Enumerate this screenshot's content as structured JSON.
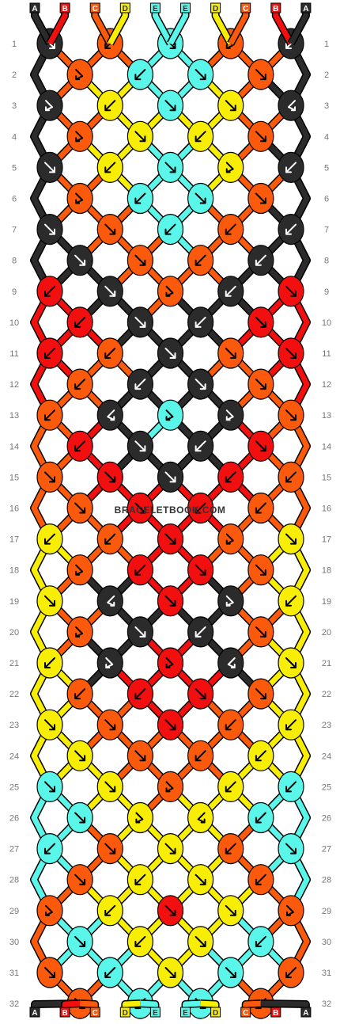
{
  "watermark": "BRACELETBOOK.COM",
  "palette": {
    "A": "#2b2b2b",
    "B": "#f20f0f",
    "C": "#fb5a0c",
    "D": "#f8ee05",
    "E": "#5af6ea"
  },
  "strands_top": [
    "A",
    "B",
    "C",
    "D",
    "E",
    "E",
    "D",
    "C",
    "B",
    "A"
  ],
  "strands_bottom": [
    "A",
    "B",
    "C",
    "D",
    "E",
    "E",
    "D",
    "C",
    "B",
    "A"
  ],
  "row_labels": [
    "1",
    "2",
    "3",
    "4",
    "5",
    "6",
    "7",
    "8",
    "9",
    "10",
    "11",
    "12",
    "13",
    "14",
    "15",
    "16",
    "17",
    "18",
    "19",
    "20",
    "21",
    "22",
    "23",
    "24",
    "25",
    "26",
    "27",
    "28",
    "29",
    "30",
    "31",
    "32"
  ],
  "knots": [
    [
      [
        "A",
        "f"
      ],
      [
        "C",
        "b"
      ],
      [
        "E",
        "r"
      ],
      [
        "C",
        "fb"
      ],
      [
        "A",
        "b"
      ]
    ],
    [
      [
        "C",
        "fb"
      ],
      [
        "E",
        "b"
      ],
      [
        "E",
        "f"
      ],
      [
        "C",
        "f"
      ]
    ],
    [
      [
        "A",
        "fb"
      ],
      [
        "D",
        "b"
      ],
      [
        "E",
        "r"
      ],
      [
        "D",
        "f"
      ],
      [
        "A",
        "bf"
      ]
    ],
    [
      [
        "C",
        "fb"
      ],
      [
        "D",
        "f"
      ],
      [
        "D",
        "b"
      ],
      [
        "C",
        "f"
      ]
    ],
    [
      [
        "A",
        "f"
      ],
      [
        "D",
        "b"
      ],
      [
        "E",
        "r"
      ],
      [
        "D",
        "fb"
      ],
      [
        "A",
        "b"
      ]
    ],
    [
      [
        "C",
        "fb"
      ],
      [
        "E",
        "b"
      ],
      [
        "E",
        "f"
      ],
      [
        "C",
        "f"
      ]
    ],
    [
      [
        "A",
        "f"
      ],
      [
        "C",
        "f"
      ],
      [
        "E",
        "b"
      ],
      [
        "C",
        "b"
      ],
      [
        "A",
        "b"
      ]
    ],
    [
      [
        "A",
        "f"
      ],
      [
        "C",
        "f"
      ],
      [
        "C",
        "b"
      ],
      [
        "A",
        "b"
      ]
    ],
    [
      [
        "B",
        "b"
      ],
      [
        "A",
        "f"
      ],
      [
        "C",
        "fb"
      ],
      [
        "A",
        "b"
      ],
      [
        "B",
        "f"
      ]
    ],
    [
      [
        "B",
        "b"
      ],
      [
        "A",
        "f"
      ],
      [
        "A",
        "b"
      ],
      [
        "B",
        "f"
      ]
    ],
    [
      [
        "B",
        "b"
      ],
      [
        "C",
        "b"
      ],
      [
        "A",
        "r"
      ],
      [
        "C",
        "f"
      ],
      [
        "B",
        "f"
      ]
    ],
    [
      [
        "C",
        "b"
      ],
      [
        "A",
        "b"
      ],
      [
        "A",
        "f"
      ],
      [
        "C",
        "f"
      ]
    ],
    [
      [
        "C",
        "b"
      ],
      [
        "A",
        "bf"
      ],
      [
        "E",
        "fb"
      ],
      [
        "A",
        "fb"
      ],
      [
        "C",
        "f"
      ]
    ],
    [
      [
        "B",
        "b"
      ],
      [
        "A",
        "f"
      ],
      [
        "A",
        "b"
      ],
      [
        "B",
        "f"
      ]
    ],
    [
      [
        "C",
        "f"
      ],
      [
        "B",
        "f"
      ],
      [
        "A",
        "r"
      ],
      [
        "B",
        "b"
      ],
      [
        "C",
        "b"
      ]
    ],
    [
      [
        "C",
        "f"
      ],
      [
        "B",
        "f"
      ],
      [
        "B",
        "b"
      ],
      [
        "C",
        "b"
      ]
    ],
    [
      [
        "D",
        "b"
      ],
      [
        "C",
        "b"
      ],
      [
        "B",
        "r"
      ],
      [
        "C",
        "fb"
      ],
      [
        "D",
        "f"
      ]
    ],
    [
      [
        "C",
        "fb"
      ],
      [
        "B",
        "b"
      ],
      [
        "B",
        "f"
      ],
      [
        "C",
        "f"
      ]
    ],
    [
      [
        "D",
        "f"
      ],
      [
        "A",
        "bf"
      ],
      [
        "B",
        "r"
      ],
      [
        "A",
        "fb"
      ],
      [
        "D",
        "b"
      ]
    ],
    [
      [
        "C",
        "fb"
      ],
      [
        "A",
        "f"
      ],
      [
        "A",
        "b"
      ],
      [
        "C",
        "f"
      ]
    ],
    [
      [
        "D",
        "b"
      ],
      [
        "A",
        "fb"
      ],
      [
        "B",
        "fb"
      ],
      [
        "A",
        "bf"
      ],
      [
        "D",
        "f"
      ]
    ],
    [
      [
        "C",
        "b"
      ],
      [
        "B",
        "b"
      ],
      [
        "B",
        "f"
      ],
      [
        "C",
        "f"
      ]
    ],
    [
      [
        "D",
        "f"
      ],
      [
        "C",
        "f"
      ],
      [
        "B",
        "r"
      ],
      [
        "C",
        "b"
      ],
      [
        "D",
        "b"
      ]
    ],
    [
      [
        "D",
        "f"
      ],
      [
        "C",
        "f"
      ],
      [
        "C",
        "b"
      ],
      [
        "D",
        "b"
      ]
    ],
    [
      [
        "E",
        "f"
      ],
      [
        "D",
        "f"
      ],
      [
        "C",
        "fb"
      ],
      [
        "D",
        "b"
      ],
      [
        "E",
        "b"
      ]
    ],
    [
      [
        "E",
        "f"
      ],
      [
        "D",
        "fb"
      ],
      [
        "D",
        "bf"
      ],
      [
        "E",
        "b"
      ]
    ],
    [
      [
        "E",
        "b"
      ],
      [
        "C",
        "f"
      ],
      [
        "D",
        "r"
      ],
      [
        "C",
        "b"
      ],
      [
        "E",
        "f"
      ]
    ],
    [
      [
        "C",
        "f"
      ],
      [
        "D",
        "b"
      ],
      [
        "D",
        "f"
      ],
      [
        "C",
        "b"
      ]
    ],
    [
      [
        "C",
        "fb"
      ],
      [
        "D",
        "b"
      ],
      [
        "B",
        "r"
      ],
      [
        "D",
        "f"
      ],
      [
        "C",
        "fb"
      ]
    ],
    [
      [
        "E",
        "f"
      ],
      [
        "D",
        "b"
      ],
      [
        "D",
        "f"
      ],
      [
        "E",
        "b"
      ]
    ],
    [
      [
        "C",
        "f"
      ],
      [
        "E",
        "b"
      ],
      [
        "D",
        "r"
      ],
      [
        "E",
        "f"
      ],
      [
        "C",
        "b"
      ]
    ],
    [
      [
        "C",
        "f"
      ],
      [
        "E",
        "b"
      ],
      [
        "E",
        "f"
      ],
      [
        "C",
        "b"
      ]
    ]
  ]
}
